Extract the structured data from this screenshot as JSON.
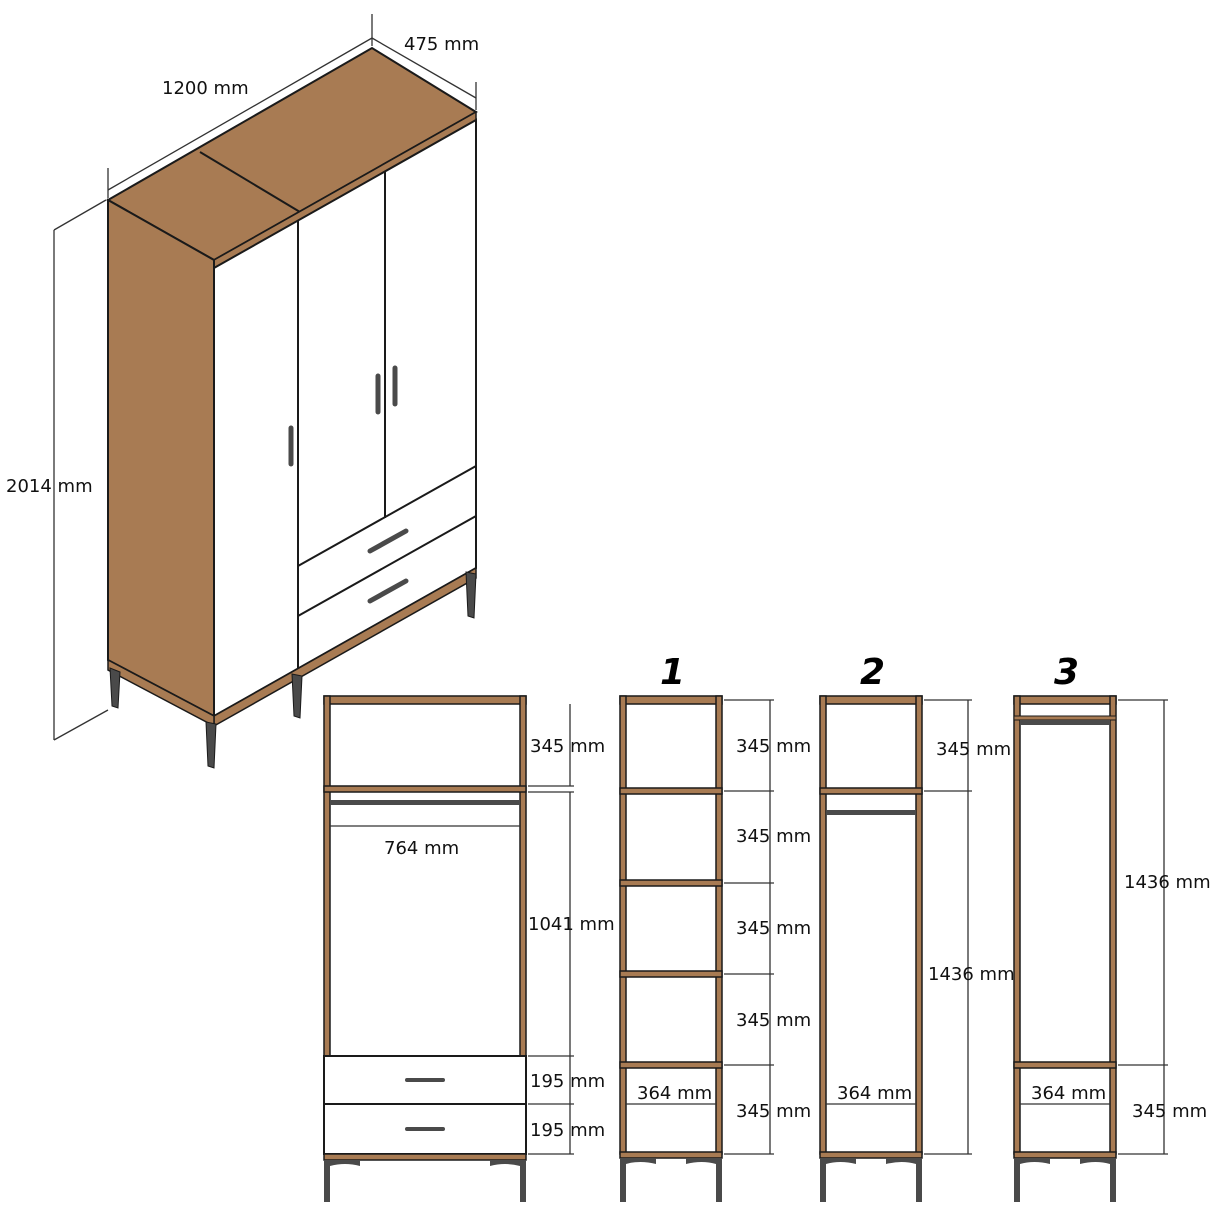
{
  "colors": {
    "wood": "#a87b53",
    "white": "#ffffff",
    "metal": "#4a4a4a",
    "line": "#1a1a1a"
  },
  "overall": {
    "width": "1200 mm",
    "depth": "475 mm",
    "height": "2014 mm"
  },
  "main_unit": {
    "top_shelf": "345 mm",
    "rail_width": "764 mm",
    "hanging": "1041 mm",
    "drawer1": "195 mm",
    "drawer2": "195 mm"
  },
  "unit1": {
    "label": "1",
    "shelves": [
      "345 mm",
      "345 mm",
      "345 mm",
      "345 mm",
      "345 mm"
    ],
    "width": "364 mm"
  },
  "unit2": {
    "label": "2",
    "top": "345 mm",
    "hanging": "1436 mm",
    "width": "364 mm"
  },
  "unit3": {
    "label": "3",
    "hanging": "1436 mm",
    "bottom": "345 mm",
    "width": "364 mm"
  },
  "icons": {
    "handle": "bar-handle-icon",
    "leg": "metal-leg-icon"
  }
}
